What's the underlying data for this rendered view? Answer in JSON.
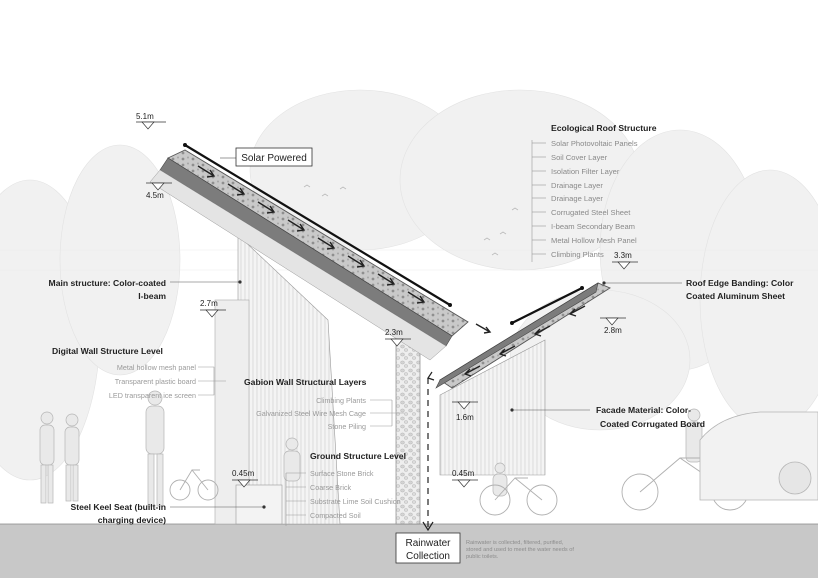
{
  "solar_label": "Solar Powered",
  "rain_box": [
    "Rainwater",
    "Collection"
  ],
  "rain_note": [
    "Rainwater is collected, filtered, purified,",
    "stored and used to meet the water needs of",
    "public toilets."
  ],
  "elevations": {
    "e51": "5.1m",
    "e45": "4.5m",
    "e27": "2.7m",
    "e23": "2.3m",
    "e33": "3.3m",
    "e28": "2.8m",
    "e16": "1.6m",
    "e045a": "0.45m",
    "e045b": "0.45m"
  },
  "main_structure": [
    "Main structure: Color-coated",
    "I-beam"
  ],
  "digital_wall": {
    "title": "Digital Wall Structure Level",
    "items": [
      "Metal hollow mesh panel",
      "Transparent plastic board",
      "LED transparent ice screen"
    ]
  },
  "gabion": {
    "title": "Gabion Wall Structural Layers",
    "items": [
      "Climbing Plants",
      "Galvanized Steel Wire Mesh Cage",
      "Stone Piling"
    ]
  },
  "ground": {
    "title": "Ground Structure Level",
    "items": [
      "Surface Stone Brick",
      "Coarse Brick",
      "Substrate Lime Soil Cushion",
      "Compacted Soil"
    ]
  },
  "steel_keel": [
    "Steel Keel Seat (built-in",
    "charging device)"
  ],
  "eco_roof": {
    "title": "Ecological Roof Structure",
    "items": [
      "Solar Photovoltaic Panels",
      "Soil Cover Layer",
      "Isolation Filter Layer",
      "Drainage Layer",
      "Drainage Layer",
      "Corrugated Steel Sheet",
      "I-beam Secondary Beam",
      "Metal Hollow Mesh Panel",
      "Climbing Plants"
    ]
  },
  "roof_edge": [
    "Roof Edge Banding: Color",
    "Coated Aluminum Sheet"
  ],
  "facade": [
    "Facade Material: Color-",
    "Coated Corrugated Board"
  ],
  "colors": {
    "ink": "#222222",
    "thin": "#8a8a8a",
    "ground": "#c8c8c8",
    "tree": "#f1f1f1"
  }
}
